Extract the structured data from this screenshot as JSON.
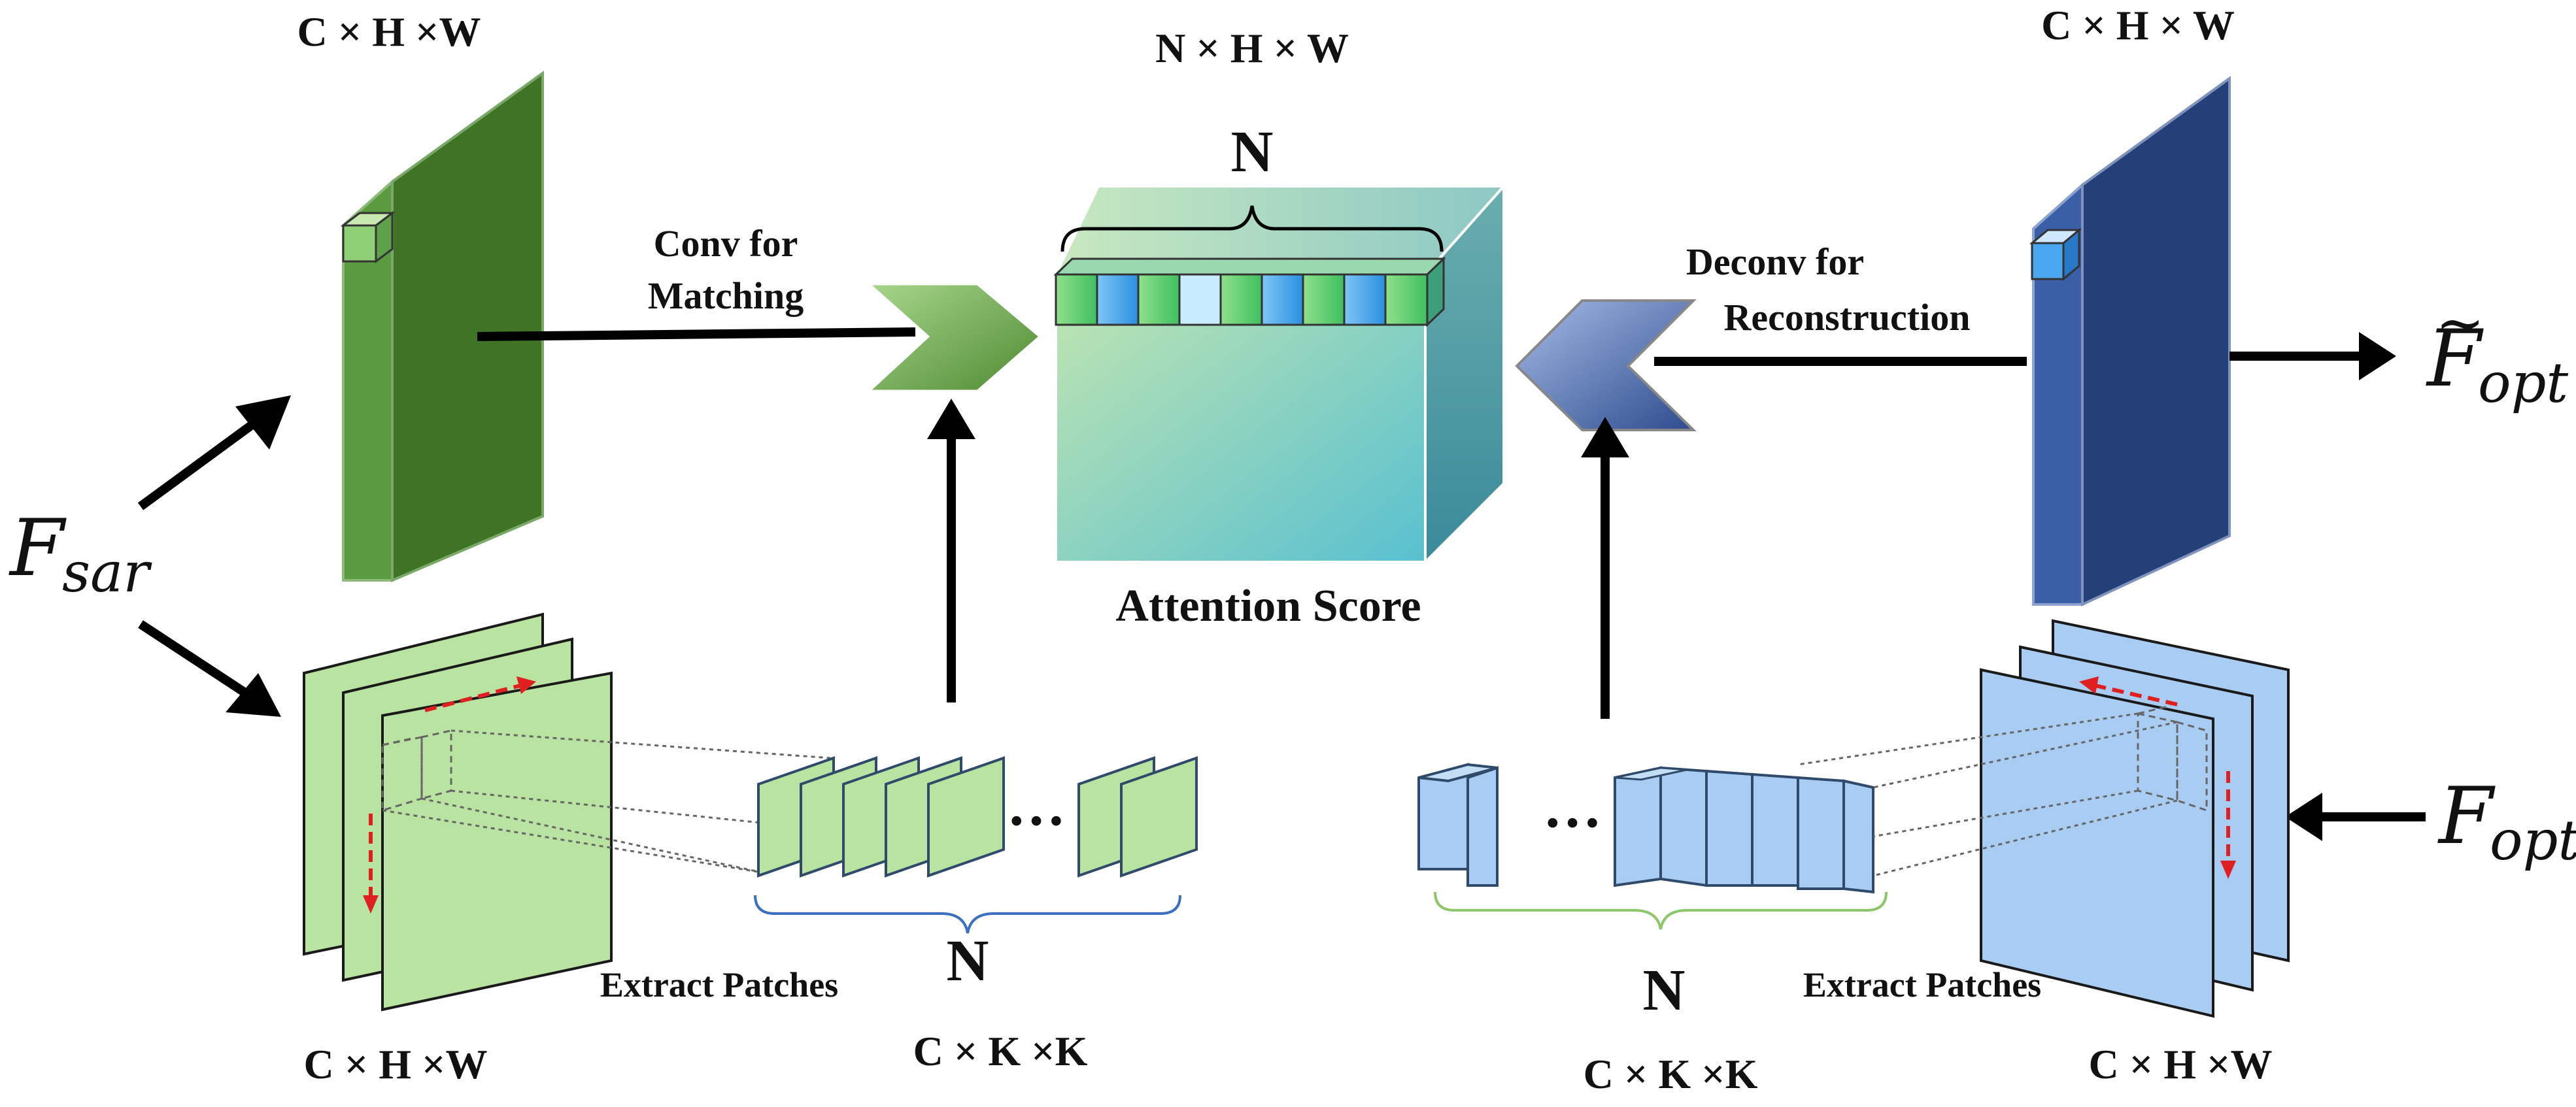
{
  "labels": {
    "top_left_dims": "C × H ×W",
    "top_center_dims": "N × H × W",
    "top_right_dims": "C × H × W",
    "attention_n": "N",
    "attention_score": "Attention Score",
    "conv_line1": "Conv for",
    "conv_line2": "Matching",
    "deconv_line1": "Deconv for",
    "deconv_line2": "Reconstruction",
    "left_extract": "Extract Patches",
    "right_extract": "Extract Patches",
    "left_patch_n": "N",
    "right_patch_n": "N",
    "left_patch_dims": "C × K ×K",
    "right_patch_dims": "C × K ×K",
    "bottom_left_dims": "C × H ×W",
    "bottom_right_dims": "C × H ×W",
    "left_ellipsis": "…",
    "right_ellipsis": "…"
  },
  "math": {
    "f_sar_base": "F",
    "f_sar_sub": "sar",
    "f_opt_base": "F",
    "f_opt_sub": "opt",
    "f_opt_tilde_base": "F",
    "f_opt_tilde_sub": "opt",
    "tilde": "~"
  },
  "colors": {
    "green_dark": "#3f7426",
    "green_mid": "#5a9a3c",
    "green_light": "#b9e3a0",
    "blue_dark": "#253f78",
    "blue_mid": "#3b5fa6",
    "blue_light": "#a9cdf2",
    "teal": "#5bbcc9",
    "red_dash": "#e02020"
  }
}
